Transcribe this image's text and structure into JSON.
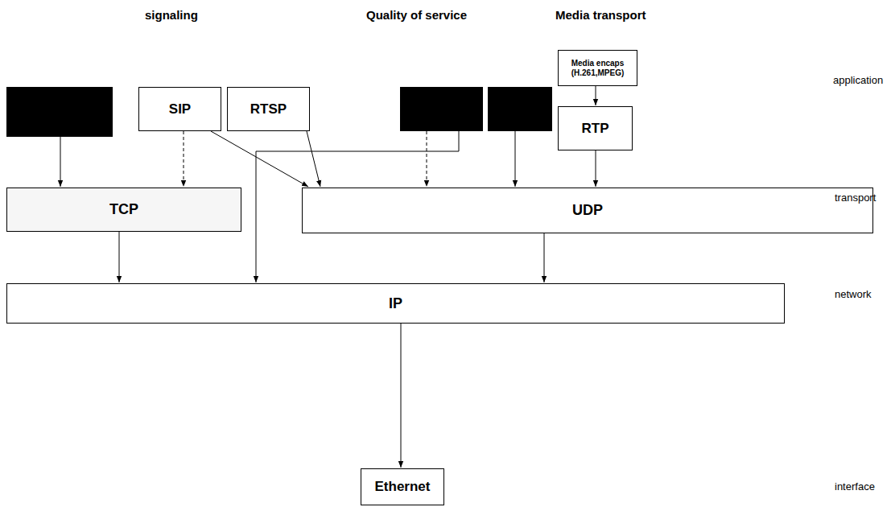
{
  "diagram": {
    "nodes": [
      {
        "text": [
          "SIP"
        ]
      },
      {
        "text": [
          "RTSP"
        ]
      },
      {
        "text": [
          "Media encaps (H.261,MPEG)"
        ]
      },
      {
        "text": [
          "RTP"
        ]
      },
      {
        "text": [
          "TCP"
        ]
      },
      {
        "text": [
          "UDP"
        ]
      },
      {
        "text": [
          "IP"
        ]
      },
      {
        "text": [
          "Ethernet"
        ]
      }
    ],
    "edges": [
      {
        "from": 0,
        "to": 4,
        "arrow": "to"
      },
      {
        "from": 0,
        "to": 5,
        "arrow": "to"
      },
      {
        "from": 1,
        "to": 5,
        "arrow": "to"
      },
      {
        "from": 2,
        "to": 3,
        "arrow": "to"
      },
      {
        "from": 3,
        "to": 5,
        "arrow": "to"
      },
      {
        "from": 4,
        "to": 6,
        "arrow": "to"
      },
      {
        "from": 5,
        "to": 6,
        "arrow": "to"
      },
      {
        "from": 6,
        "to": 7,
        "arrow": "to"
      }
    ],
    "labels": [
      "signaling",
      "Quality of service",
      "Media transport",
      "application",
      "transport",
      "network",
      "interface"
    ]
  }
}
